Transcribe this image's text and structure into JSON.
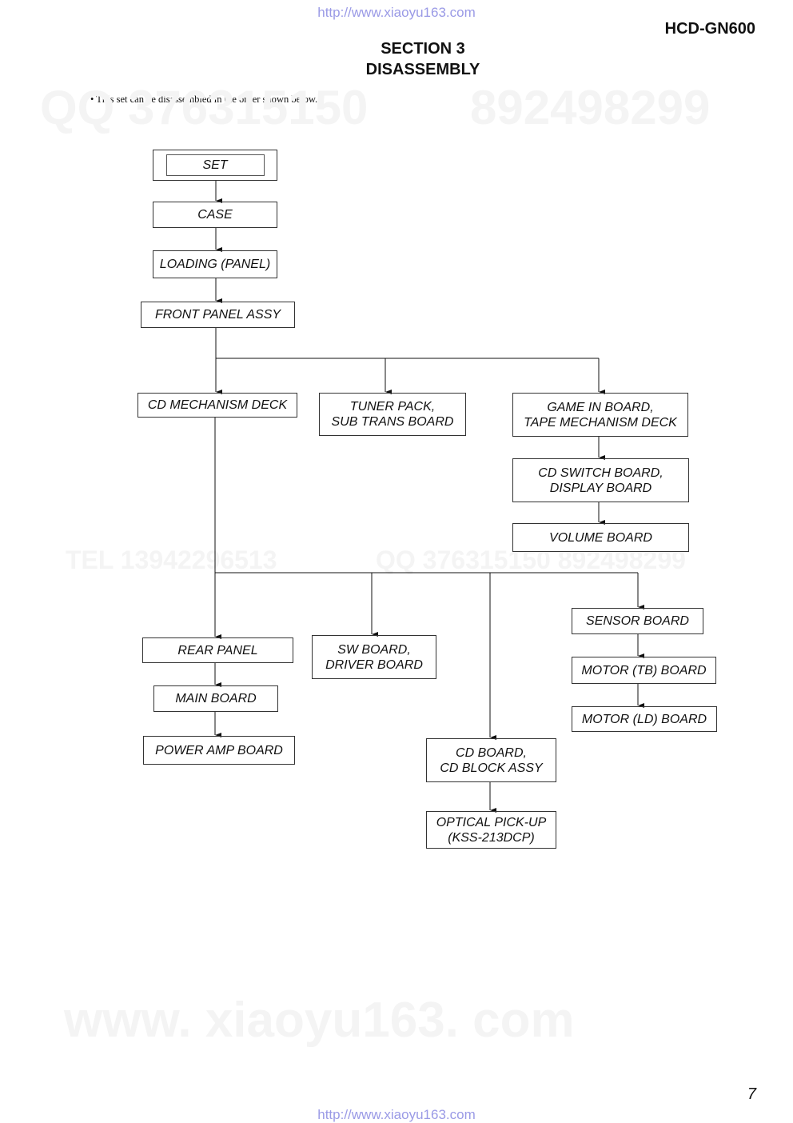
{
  "header": {
    "top_url": "http://www.xiaoyu163.com",
    "model": "HCD-GN600",
    "section_line1": "SECTION  3",
    "section_line2": "DISASSEMBLY",
    "note": "• This set can be disassembled in the order shown below."
  },
  "watermarks": {
    "qq": "QQ 376315150",
    "num": "892498299",
    "tel": "TEL 13942296513",
    "mid": "QQ 376315150  892498299",
    "bottom": "www. xiaoyu163. com"
  },
  "flowchart": {
    "set": "SET",
    "case": "CASE",
    "loading_panel": "LOADING (PANEL)",
    "front_panel_assy": "FRONT PANEL ASSY",
    "cd_mechanism_deck": "CD MECHANISM DECK",
    "tuner_pack": "TUNER PACK,\nSUB TRANS BOARD",
    "game_in_board": "GAME IN BOARD,\nTAPE MECHANISM DECK",
    "cd_switch_board": "CD SWITCH BOARD,\nDISPLAY BOARD",
    "volume_board": "VOLUME BOARD",
    "rear_panel": "REAR PANEL",
    "main_board": "MAIN BOARD",
    "power_amp_board": "POWER AMP BOARD",
    "sw_board": "SW BOARD,\nDRIVER BOARD",
    "cd_board": "CD BOARD,\nCD BLOCK ASSY",
    "optical_pickup": "OPTICAL PICK-UP\n(KSS-213DCP)",
    "sensor_board": "SENSOR BOARD",
    "motor_tb_board": "MOTOR (TB) BOARD",
    "motor_ld_board": "MOTOR (LD) BOARD"
  },
  "footer": {
    "page_number": "7",
    "bottom_url": "http://www.xiaoyu163.com"
  }
}
